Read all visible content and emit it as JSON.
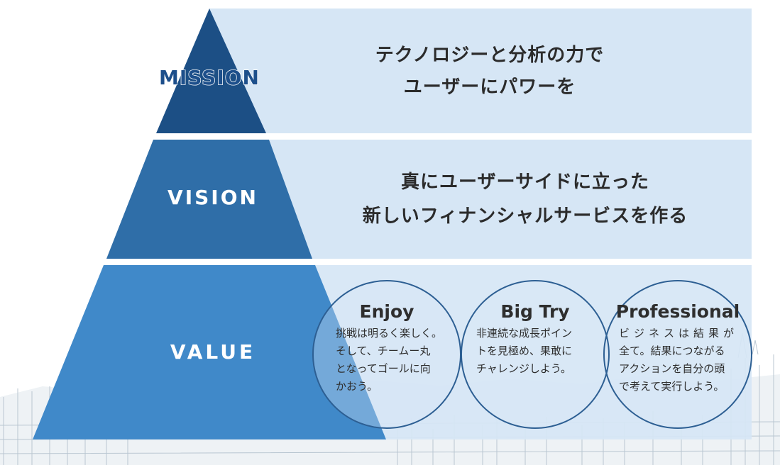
{
  "colors": {
    "mission": "#1c4f85",
    "vision": "#2f6ea8",
    "value": "#4089c9",
    "band": "#d6e6f5",
    "circle_stroke": "#2d5f93"
  },
  "mission": {
    "label": "MISSION",
    "lines": [
      "テクノロジーと分析の力で",
      "ユーザーにパワーを"
    ]
  },
  "vision": {
    "label": "VISION",
    "lines": [
      "真にユーザーサイドに立った",
      "新しいフィナンシャルサービスを作る"
    ]
  },
  "value": {
    "label": "VALUE",
    "items": [
      {
        "title": "Enjoy",
        "lines": [
          "挑戦は明るく楽しく。",
          "そして、チームー丸",
          "となってゴールに向",
          "かおう。"
        ]
      },
      {
        "title": "Big Try",
        "lines": [
          "非連続な成長ポイン",
          "トを見極め、果敢に",
          "チャレンジしよう。"
        ]
      },
      {
        "title": "Professional",
        "lines": [
          "ビジネスは結果が",
          "全て。結果につながる",
          "アクションを自分の頭",
          "で考えて実行しよう。"
        ]
      }
    ]
  }
}
